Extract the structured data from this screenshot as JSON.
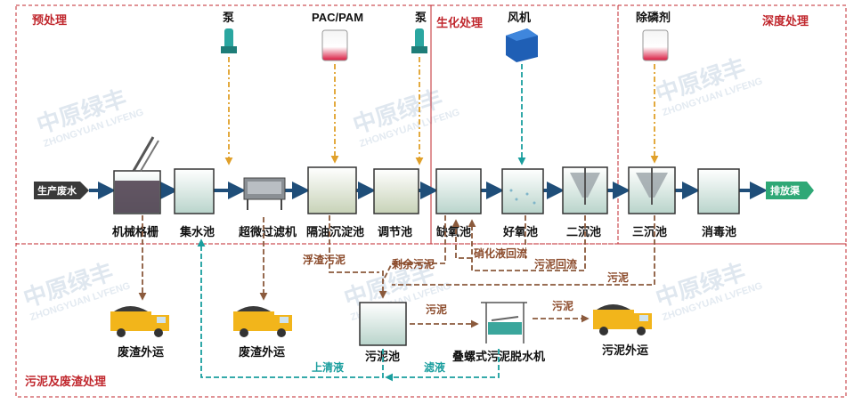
{
  "sections": {
    "pretreatment": "预处理",
    "biochemical": "生化处理",
    "advanced": "深度处理",
    "sludge": "污泥及废渣处理"
  },
  "watermark": {
    "brand": "中原绿丰",
    "pinyin": "ZHONGYUAN LVFENG"
  },
  "equipment": {
    "pump1": "泵",
    "pac_pam": "PAC/PAM",
    "pump2": "泵",
    "blower": "风机",
    "phosphorus": "除磷剂"
  },
  "units": {
    "grille": "机械格栅",
    "collect": "集水池",
    "microfilter": "超微过滤机",
    "oil_settle": "隔油沉淀池",
    "regulate": "调节池",
    "anoxic": "缺氧池",
    "aerobic": "好氧池",
    "second_clar": "二沉池",
    "third_clar": "三沉池",
    "disinfect": "消毒池"
  },
  "io": {
    "inlet": "生产废水",
    "outlet": "排放渠"
  },
  "flows": {
    "nitrification": "硝化液回流",
    "floating_sludge": "浮渣污泥",
    "excess_sludge": "剩余污泥",
    "sludge_return": "污泥回流",
    "sludge_a": "污泥",
    "sludge_b": "污泥",
    "sludge_c": "污泥",
    "supernatant": "上清液",
    "filtrate": "滤液"
  },
  "sludge_units": {
    "waste1": "废渣外运",
    "waste2": "废渣外运",
    "sludge_tank": "污泥池",
    "dewater": "叠螺式污泥脱水机",
    "sludge_out": "污泥外运"
  },
  "colors": {
    "main_flow": "#1f4e79",
    "dosing": "#e0a02a",
    "sludge_flow": "#8b5a3c",
    "liquid_return": "#1a9e9e",
    "section_title": "#c0272d"
  }
}
